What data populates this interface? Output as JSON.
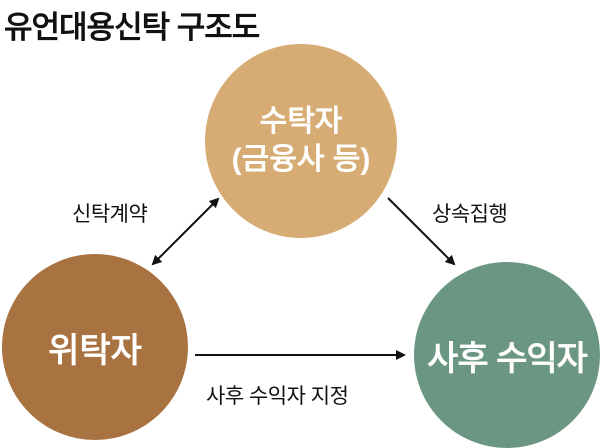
{
  "title": "유언대용신탁 구조도",
  "nodes": {
    "trustee": {
      "line1": "수탁자",
      "line2": "(금융사 등)",
      "color": "#D7AC74"
    },
    "settlor": {
      "label": "위탁자",
      "color": "#A87241"
    },
    "beneficiary": {
      "label": "사후 수익자",
      "color": "#6B9782"
    }
  },
  "edges": {
    "trust_contract": "신탁계약",
    "inheritance_execution": "상속집행",
    "beneficiary_designation": "사후 수익자 지정"
  }
}
